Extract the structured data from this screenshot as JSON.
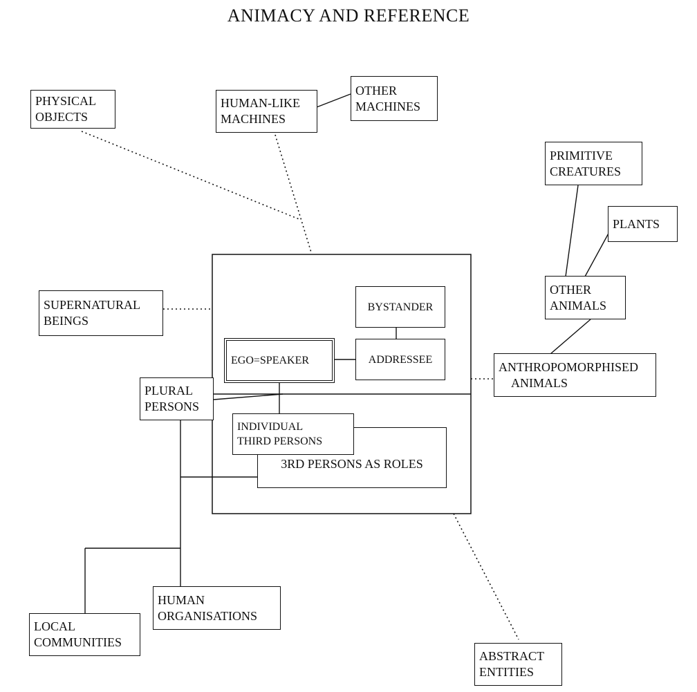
{
  "title": "ANIMACY AND REFERENCE",
  "nodes": {
    "physical_objects": [
      "PHYSICAL",
      "OBJECTS"
    ],
    "human_like_machines": [
      "HUMAN-LIKE",
      "MACHINES"
    ],
    "other_machines": [
      "OTHER",
      "MACHINES"
    ],
    "primitive_creatures": [
      "PRIMITIVE",
      "CREATURES"
    ],
    "plants": [
      "PLANTS"
    ],
    "other_animals": [
      "OTHER",
      "ANIMALS"
    ],
    "anthropomorphised_animals": [
      "ANTHROPOMORPHISED",
      "ANIMALS"
    ],
    "supernatural_beings": [
      "SUPERNATURAL",
      "BEINGS"
    ],
    "bystander": [
      "BYSTANDER"
    ],
    "ego_speaker": [
      "EGO=SPEAKER"
    ],
    "addressee": [
      "ADDRESSEE"
    ],
    "plural_persons": [
      "PLURAL",
      "PERSONS"
    ],
    "individual_third_persons": [
      "INDIVIDUAL",
      "THIRD PERSONS"
    ],
    "third_persons_as_roles": [
      "3RD PERSONS AS ROLES"
    ],
    "human_organisations": [
      "HUMAN",
      "ORGANISATIONS"
    ],
    "local_communities": [
      "LOCAL",
      "COMMUNITIES"
    ],
    "abstract_entities": [
      "ABSTRACT",
      "ENTITIES"
    ]
  }
}
